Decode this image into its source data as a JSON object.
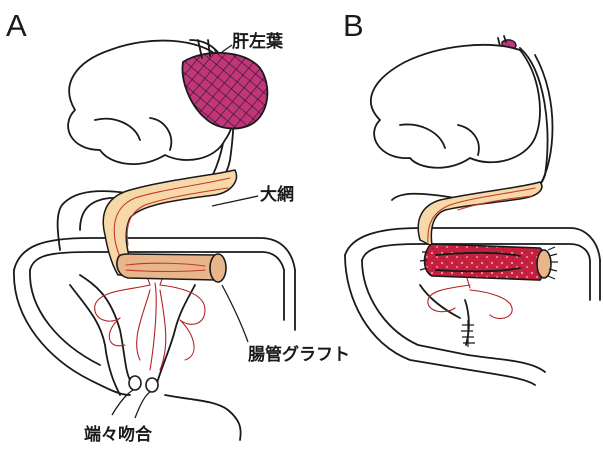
{
  "panels": {
    "a": {
      "letter": "A"
    },
    "b": {
      "letter": "B"
    }
  },
  "labels": {
    "liver_lobe": "肝左葉",
    "omentum": "大網",
    "bowel_graft": "腸管グラフト",
    "anastomosis": "端々吻合"
  },
  "colors": {
    "liver": "#c2357a",
    "omentum": "#f7d8a8",
    "graft": "#e9b58a",
    "graft_red": "#c8203f",
    "vessels": "#b22222"
  }
}
